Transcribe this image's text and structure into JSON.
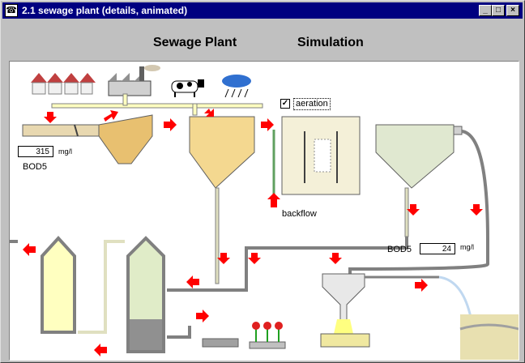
{
  "window": {
    "title": "2.1 sewage plant (details, animated)",
    "icon": "plant-app-icon",
    "controls": {
      "minimize": "_",
      "maximize": "□",
      "close": "×"
    }
  },
  "header": {
    "title_left": "Sewage Plant",
    "title_right": "Simulation"
  },
  "controls": {
    "aeration_label": "aeration",
    "aeration_checked": true,
    "aeration_mark": "✓",
    "backflow_label": "backflow"
  },
  "readouts": {
    "bod5_inlet": {
      "label": "BOD5",
      "value": "315",
      "unit": "mg/l"
    },
    "bod5_outlet": {
      "label": "BOD5",
      "value": "24",
      "unit": "mg/l"
    }
  },
  "colors": {
    "flow_arrow": "#ff0000",
    "sludge": "#e8c070",
    "clean_water": "#c0d8f0",
    "tank_fill": "#ffffc0",
    "pipe": "#808080"
  }
}
